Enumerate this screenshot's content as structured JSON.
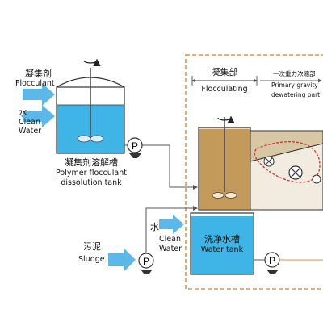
{
  "colors": {
    "water": "#3fb4e6",
    "water_light": "#a9dcf5",
    "arrow": "#5bb8e8",
    "frame": "#f08c3c",
    "sludge_brown": "#c49a5a",
    "belt_red": "#d0362a",
    "line": "#555555"
  },
  "labels": {
    "flocculant_zh": "凝集剂",
    "flocculant_en": "Flocculant",
    "water_zh": "水",
    "clean_water_en_1": "Clean",
    "clean_water_en_2": "Water",
    "dissolution_tank_zh": "凝集剂溶解槽",
    "dissolution_tank_en_1": "Polymer flocculant",
    "dissolution_tank_en_2": "dissolution tank",
    "sludge_zh": "污泥",
    "sludge_en": "Sludge",
    "water2_zh": "水",
    "clean_water2_en_1": "Clean",
    "clean_water2_en_2": "Water",
    "flocculating_zh": "凝集部",
    "flocculating_en": "Flocculating",
    "primary_zh": "一次重力浓缩部",
    "primary_en_1": "Primary gravity",
    "primary_en_2": "dewatering part",
    "water_tank_zh": "洗净水槽",
    "water_tank_en": "Water tank",
    "pump_letter": "P"
  },
  "icons": {
    "pump": "pump-icon",
    "agitator": "agitator-icon",
    "rotation": "rotation-arrow-icon",
    "roller": "roller-icon"
  }
}
